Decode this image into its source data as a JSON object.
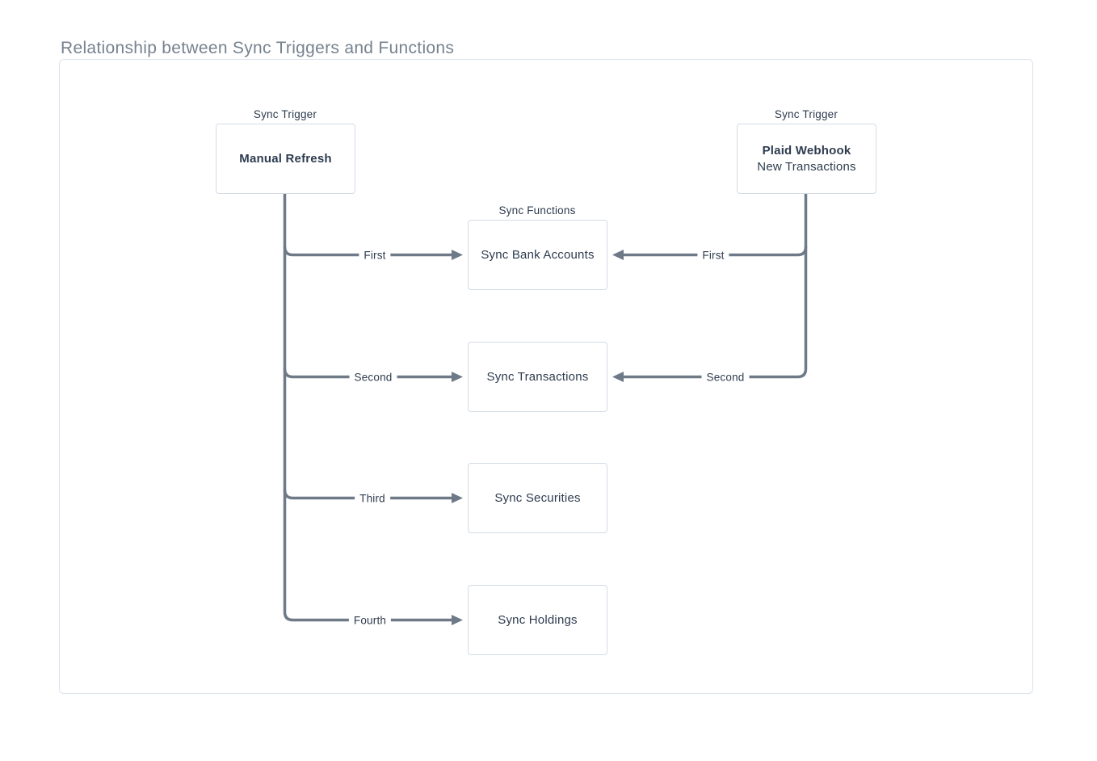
{
  "page": {
    "title": "Relationship between Sync Triggers and Functions"
  },
  "colors": {
    "title_text": "#76828f",
    "dark_text": "#2d3b4e",
    "connector_line": "#6f7a88",
    "box_border": "#d4dbe4",
    "panel_border": "#dbe2ec",
    "background": "#ffffff"
  },
  "diagram": {
    "triggers": [
      {
        "group_label": "Sync Trigger",
        "title": "Manual Refresh",
        "subtitle": ""
      },
      {
        "group_label": "Sync Trigger",
        "title": "Plaid Webhook",
        "subtitle": "New Transactions"
      }
    ],
    "functions_group_label": "Sync Functions",
    "functions": [
      {
        "label": "Sync Bank Accounts"
      },
      {
        "label": "Sync Transactions"
      },
      {
        "label": "Sync Securities"
      },
      {
        "label": "Sync Holdings"
      }
    ],
    "edges": {
      "manual_refresh": {
        "first": "First",
        "second": "Second",
        "third": "Third",
        "fourth": "Fourth"
      },
      "plaid_webhook": {
        "first": "First",
        "second": "Second"
      }
    }
  }
}
